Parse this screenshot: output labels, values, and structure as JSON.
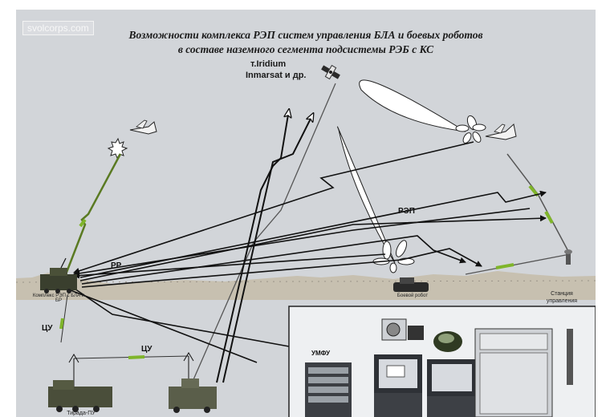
{
  "watermark": "svolcorps.com",
  "title_line1": "Возможности комплекса РЭП  систем управления БЛА и боевых  роботов",
  "title_line2": "в составе наземного сегмента подсистемы РЭБ с КС",
  "satellite_label_1": "т.Iridium",
  "satellite_label_2": "Inmarsat и др.",
  "label_rep": "РЭП",
  "label_rr": "РР",
  "label_cu_left": "ЦУ",
  "label_cu_mid": "ЦУ",
  "label_umfu": "УМФУ",
  "label_complex": "Комплекс РЭП с БЛА и БР",
  "label_robot": "Боевой робот",
  "label_station_1": "Станция",
  "label_station_2": "управления",
  "label_tirada": "Тирада-ПУ",
  "colors": {
    "background": "#d2d5d9",
    "ground": "#c7c0b0",
    "arrow": "#111111",
    "link_green": "#7fb52a",
    "inset_border": "#222222"
  }
}
